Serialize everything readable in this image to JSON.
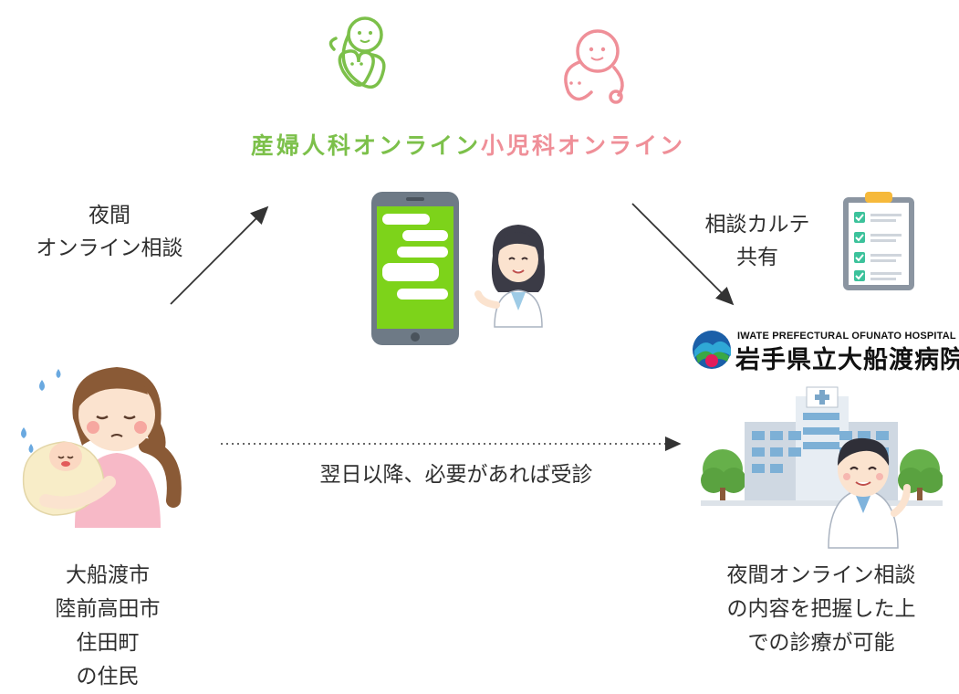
{
  "logos": {
    "obstetrics_name": "産婦人科オンライン",
    "pediatrics_name": "小児科オンライン"
  },
  "edges": {
    "night_consult": "夜間\nオンライン相談",
    "chart_share": "相談カルテ\n共有",
    "visit_next_day": "翌日以降、必要があれば受診"
  },
  "hospital": {
    "name_en": "IWATE PREFECTURAL OFUNATO HOSPITAL",
    "name_jp": "岩手県立大船渡病院"
  },
  "residents": {
    "label": "大船渡市\n陸前高田市\n住田町\nの住民"
  },
  "outcome": {
    "label": "夜間オンライン相談\nの内容を把握した上\nでの診療が可能"
  },
  "colors": {
    "green": "#7cc04a",
    "pink": "#ef8f98",
    "arrow": "#333333"
  }
}
